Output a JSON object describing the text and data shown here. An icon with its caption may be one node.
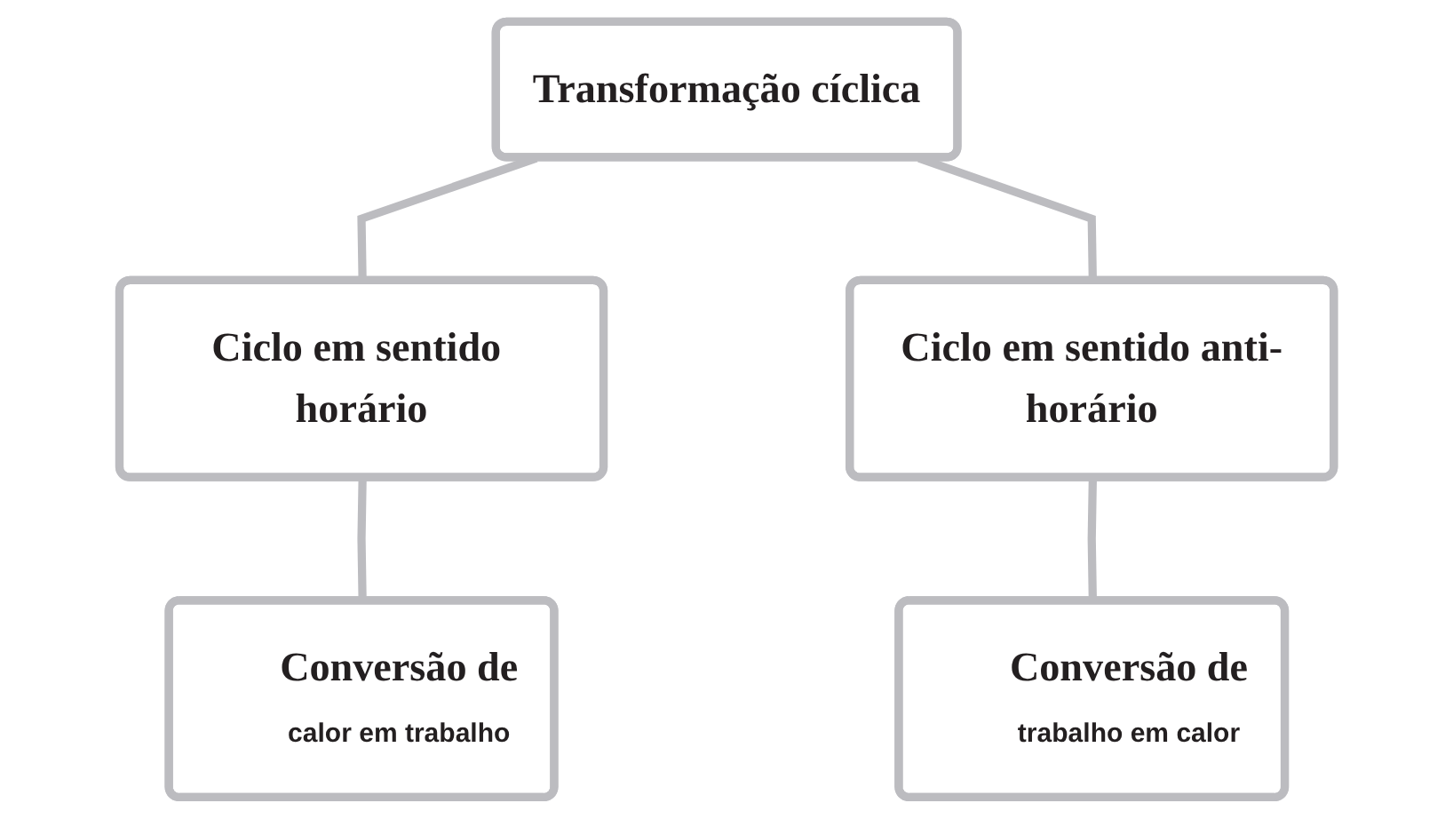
{
  "diagram": {
    "nodes": [
      {
        "text": [
          "Transformação cíclica"
        ]
      },
      {
        "text": [
          "Ciclo em sentido horário"
        ]
      },
      {
        "text": [
          "Ciclo em sentido anti-horário"
        ]
      },
      {
        "text": [
          "Conversão de",
          "calor em trabalho"
        ]
      },
      {
        "text": [
          "Conversão de",
          "trabalho em calor"
        ]
      }
    ],
    "edges": [
      {
        "from": 0,
        "to": 1,
        "arrow": "none"
      },
      {
        "from": 0,
        "to": 2,
        "arrow": "none"
      },
      {
        "from": 1,
        "to": 3,
        "arrow": "none"
      },
      {
        "from": 2,
        "to": 4,
        "arrow": "none"
      }
    ]
  }
}
